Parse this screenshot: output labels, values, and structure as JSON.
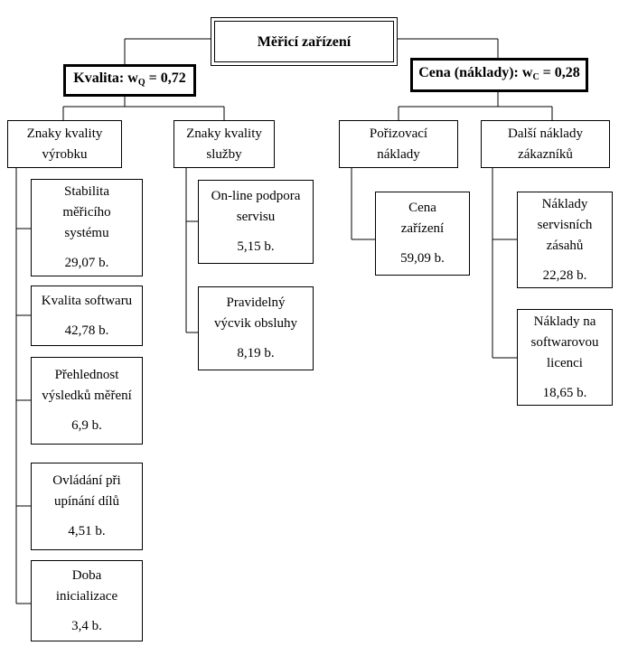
{
  "root": {
    "label": "Měřicí zařízení"
  },
  "quality": {
    "label": "Kvalita: w",
    "sub": "Q",
    "value": " = 0,72"
  },
  "cost": {
    "label": "Cena (náklady): w",
    "sub": "C",
    "value": " = 0,28"
  },
  "groups": {
    "product_quality": [
      "Znaky kvality",
      "výrobku"
    ],
    "service_quality": [
      "Znaky kvality",
      "služby"
    ],
    "acquisition": [
      "Pořizovací",
      "náklady"
    ],
    "other_costs": [
      "Další náklady",
      "zákazníků"
    ]
  },
  "leaves": {
    "stability": {
      "lines": [
        "Stabilita",
        "měřicího",
        "systému"
      ],
      "points": "29,07 b."
    },
    "software": {
      "lines": [
        "Kvalita softwaru"
      ],
      "points": "42,78 b."
    },
    "clarity": {
      "lines": [
        "Přehlednost",
        "výsledků měření"
      ],
      "points": "6,9 b."
    },
    "clamping": {
      "lines": [
        "Ovládání při",
        "upínání dílů"
      ],
      "points": "4,51 b."
    },
    "init": {
      "lines": [
        "Doba",
        "inicializace"
      ],
      "points": "3,4 b."
    },
    "online": {
      "lines": [
        "On-line podpora",
        "servisu"
      ],
      "points": "5,15 b."
    },
    "training": {
      "lines": [
        "Pravidelný",
        "výcvik obsluhy"
      ],
      "points": "8,19 b."
    },
    "price": {
      "lines": [
        "Cena",
        "zařízení"
      ],
      "points": "59,09 b."
    },
    "service": {
      "lines": [
        "Náklady",
        "servisních",
        "zásahů"
      ],
      "points": "22,28 b."
    },
    "license": {
      "lines": [
        "Náklady na",
        "softwarovou",
        "licenci"
      ],
      "points": "18,65 b."
    }
  }
}
